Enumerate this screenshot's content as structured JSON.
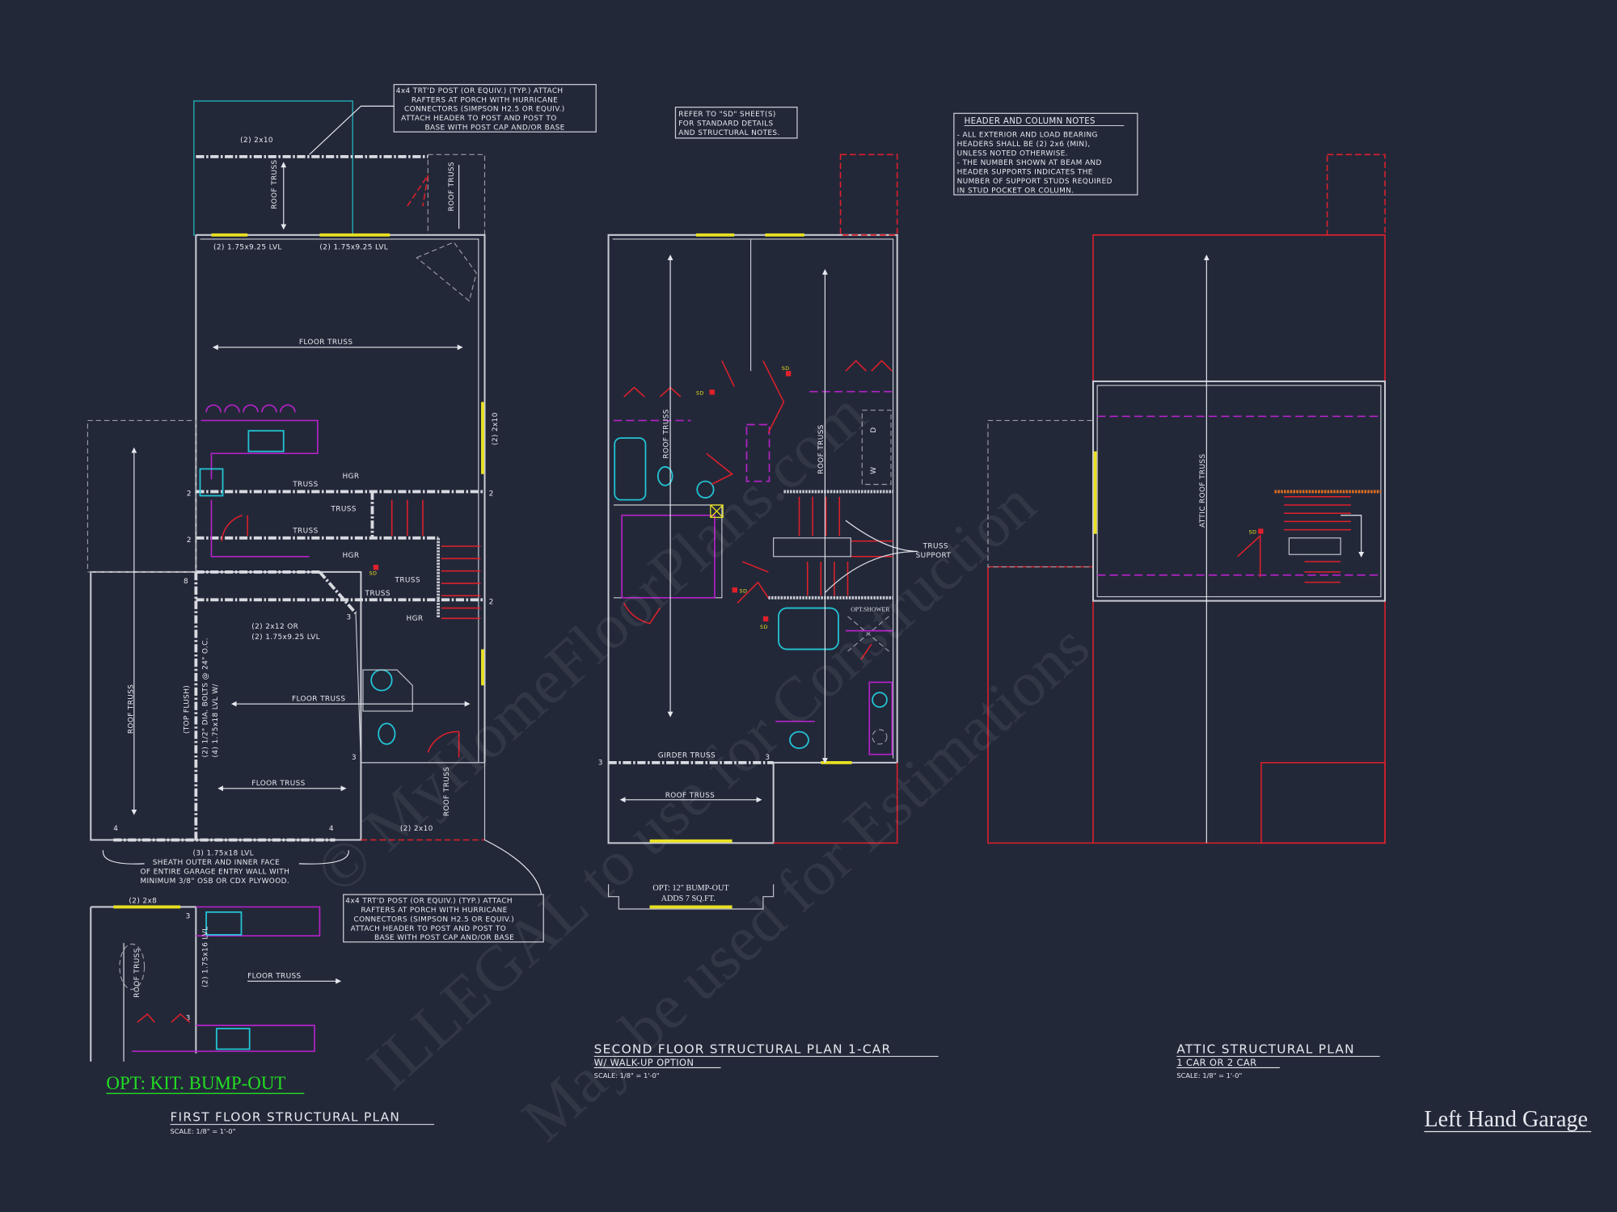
{
  "colors": {
    "background": "#232839",
    "wall": "#c8cad2",
    "beam_header_red": "#e0202a",
    "header_yellow": "#e8e020",
    "cabinet_magenta": "#b422c8",
    "fixture_cyan": "#22c4d4",
    "option_green": "#22dd22"
  },
  "watermark": {
    "line1": "© MyHomeFloorPlans.com",
    "line2": "ILLEGAL to use for Construction",
    "line3": "May be used for Estimations"
  },
  "notes": {
    "porch_post_top": [
      "4x4 TRT'D POST (OR EQUIV.) (TYP.) ATTACH",
      "RAFTERS AT PORCH WITH HURRICANE",
      "CONNECTORS (SIMPSON H2.5 OR EQUIV.)",
      "ATTACH HEADER TO POST AND POST TO",
      "BASE WITH POST CAP AND/OR BASE"
    ],
    "porch_post_bottom": [
      "4x4 TRT'D POST (OR EQUIV.) (TYP.) ATTACH",
      "RAFTERS AT PORCH WITH HURRICANE",
      "CONNECTORS (SIMPSON H2.5 OR EQUIV.)",
      "ATTACH HEADER TO POST AND POST TO",
      "BASE WITH POST CAP AND/OR BASE"
    ],
    "sd_sheet": [
      "REFER TO \"SD\" SHEET(S)",
      "FOR STANDARD DETAILS",
      "AND STRUCTURAL NOTES."
    ],
    "header_column": {
      "title": "HEADER AND COLUMN NOTES",
      "lines": [
        "- ALL EXTERIOR AND LOAD BEARING",
        "HEADERS SHALL BE (2) 2x6 (MIN),",
        "UNLESS NOTED OTHERWISE.",
        "- THE NUMBER SHOWN AT BEAM AND",
        "HEADER SUPPORTS INDICATES THE",
        "NUMBER OF SUPPORT STUDS REQUIRED",
        "IN STUD POCKET OR COLUMN."
      ]
    },
    "sheath": [
      "(3) 1.75x18 LVL",
      "SHEATH OUTER AND INNER FACE",
      "OF ENTIRE GARAGE ENTRY WALL WITH",
      "MINIMUM 3/8\" OSB OR CDX PLYWOOD."
    ]
  },
  "first_floor": {
    "title": "FIRST FLOOR STRUCTURAL PLAN",
    "scale": "SCALE: 1/8\" = 1'-0\"",
    "labels": {
      "porch_header": "(2) 2x10",
      "roof_truss": "ROOF TRUSS",
      "lvl_left": "(2) 1.75x9.25 LVL",
      "lvl_right": "(2) 1.75x9.25 LVL",
      "floor_truss": "FLOOR TRUSS",
      "header_2x10_right": "(2) 2x10",
      "truss": "TRUSS",
      "hgr": "HGR",
      "sd": "SD",
      "beam_2x12": "(2) 2x12 OR",
      "beam_lvl": "(2) 1.75x9.25 LVL",
      "top_flush": "(TOP FLUSH)",
      "bolts": "(2) 1/2\" DIA. BOLTS @ 24\" O.C.",
      "lvl_4": "(4) 1.75x18 LVL W/",
      "header_2x10_bottom": "(2) 2x10",
      "bump_header": "(2) 2x8",
      "bump_lvl": "(2) 1.75x16 LVL"
    },
    "stud_counts": [
      "2",
      "2",
      "2",
      "2",
      "8",
      "3",
      "3",
      "4",
      "4",
      "3",
      "3"
    ],
    "option_label": "OPT: KIT. BUMP-OUT"
  },
  "second_floor": {
    "title": "SECOND FLOOR STRUCTURAL PLAN 1-CAR",
    "subtitle": "W/ WALK-UP OPTION",
    "scale": "SCALE: 1/8\" = 1'-0\"",
    "labels": {
      "roof_truss": "ROOF TRUSS",
      "girder_truss": "GIRDER TRUSS",
      "truss_support_1": "TRUSS",
      "truss_support_2": "SUPPORT",
      "opt_shower": "OPT.SHOWER",
      "sd": "SD",
      "washer": "W",
      "dryer": "D",
      "bump_out_1": "OPT: 12\" BUMP-OUT",
      "bump_out_2": "ADDS 7 SQ.FT."
    },
    "stud_counts": [
      "3",
      "3"
    ]
  },
  "attic": {
    "title": "ATTIC STRUCTURAL PLAN",
    "subtitle": "1 CAR OR 2 CAR",
    "scale": "SCALE: 1/8\" = 1'-0\"",
    "labels": {
      "attic_roof_truss": "ATTIC ROOF TRUSS",
      "sd": "SD"
    }
  },
  "sheet_label": "Left Hand Garage"
}
